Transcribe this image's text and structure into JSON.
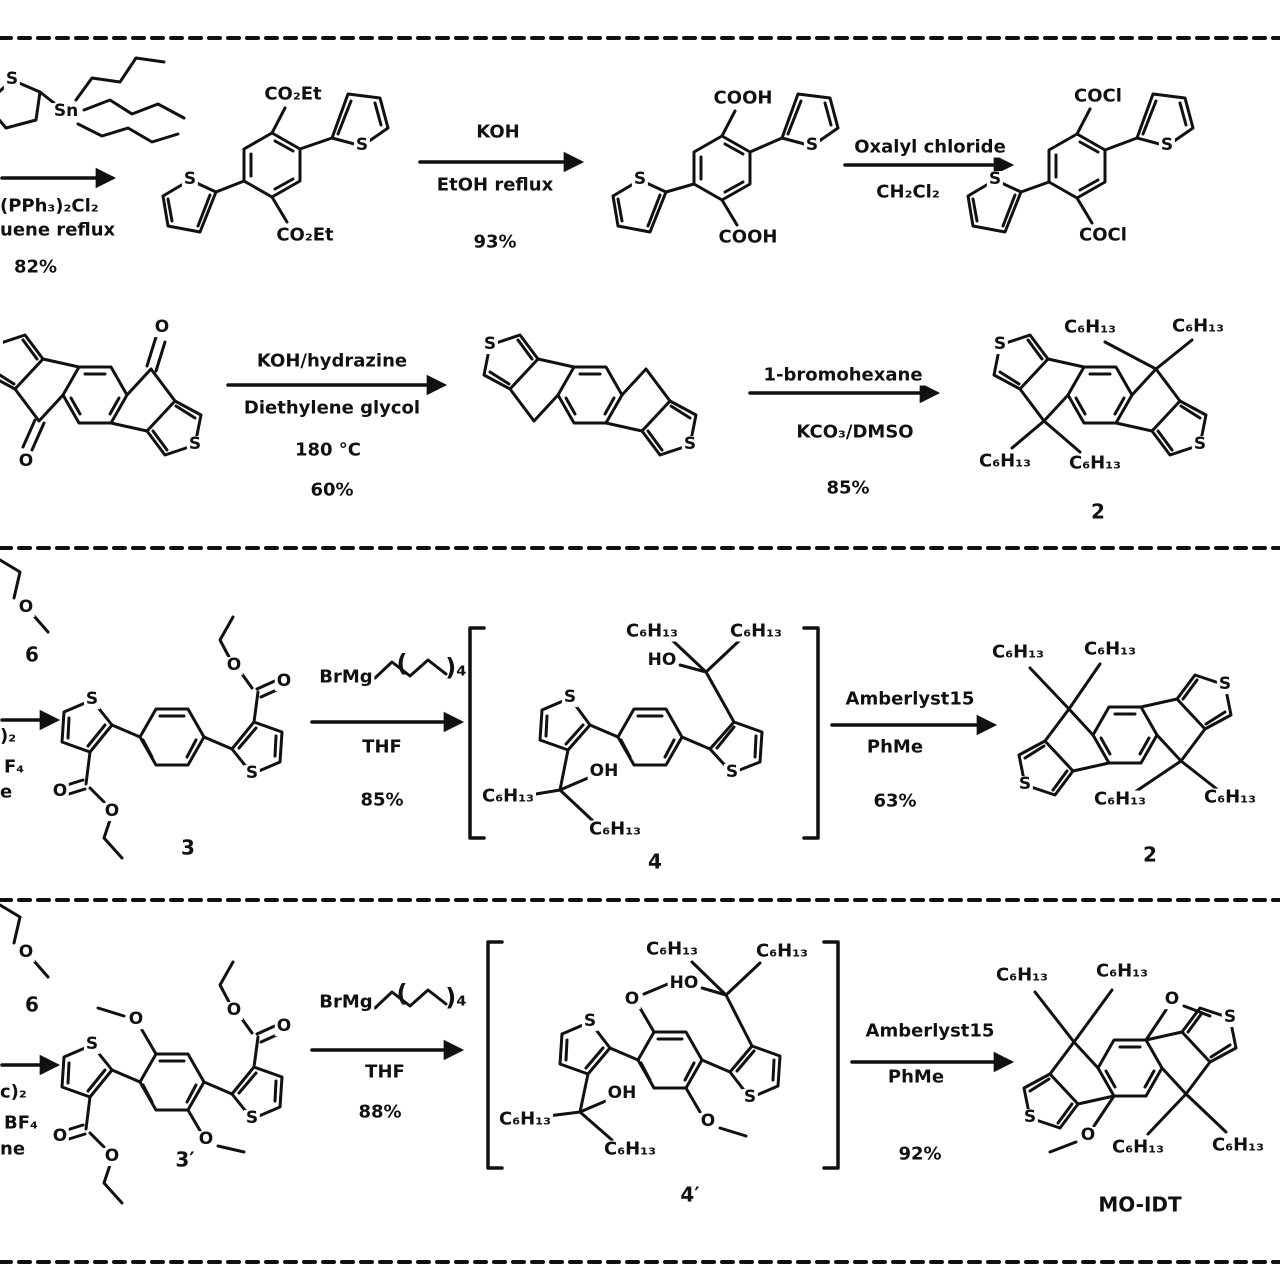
{
  "palette": {
    "ink": "#111111",
    "bg": "#ffffff"
  },
  "atoms": {
    "s": "S",
    "o": "O",
    "sn": "Sn",
    "ho": "HO",
    "oh": "OH"
  },
  "formulas": {
    "hexyl": "C₆H₁₃",
    "co2et": "CO₂Et",
    "cooh": "COOH",
    "cocl": "COCl"
  },
  "row1": {
    "step1": {
      "line1": "(PPh₃)₂Cl₂",
      "line2": "uene reflux",
      "yield": "82%"
    },
    "step2": {
      "above": "KOH",
      "below": "EtOH reflux",
      "yield": "93%"
    },
    "step3": {
      "above": "Oxalyl chloride",
      "below": "CH₂Cl₂"
    }
  },
  "row2": {
    "step1": {
      "above": "KOH/hydrazine",
      "below": "Diethylene glycol",
      "temp": "180 °C",
      "yield": "60%"
    },
    "step2": {
      "above": "1-bromohexane",
      "below": "KCO₃/DMSO",
      "yield": "85%"
    },
    "product": "2"
  },
  "row3": {
    "fragment": {
      "num": "6",
      "f1": ")₂",
      "f2": "F₄",
      "f3": "e"
    },
    "compound3": "3",
    "grignard": {
      "prefix": "BrMg",
      "open": "(",
      "close": ")₄"
    },
    "step2": {
      "solvent": "THF",
      "yield": "85%"
    },
    "compound4": "4",
    "step3": {
      "above": "Amberlyst15",
      "below": "PhMe",
      "yield": "63%"
    },
    "product": "2"
  },
  "row4": {
    "fragment": {
      "num": "6",
      "f1": "c)₂",
      "f2": "BF₄",
      "f3": "ne"
    },
    "compound3": "3′",
    "grignard": {
      "prefix": "BrMg",
      "open": "(",
      "close": ")₄"
    },
    "step2": {
      "solvent": "THF",
      "yield": "88%"
    },
    "compound4": "4′",
    "step3": {
      "above": "Amberlyst15",
      "below": "PhMe",
      "yield": "92%"
    },
    "product": "MO-IDT"
  }
}
